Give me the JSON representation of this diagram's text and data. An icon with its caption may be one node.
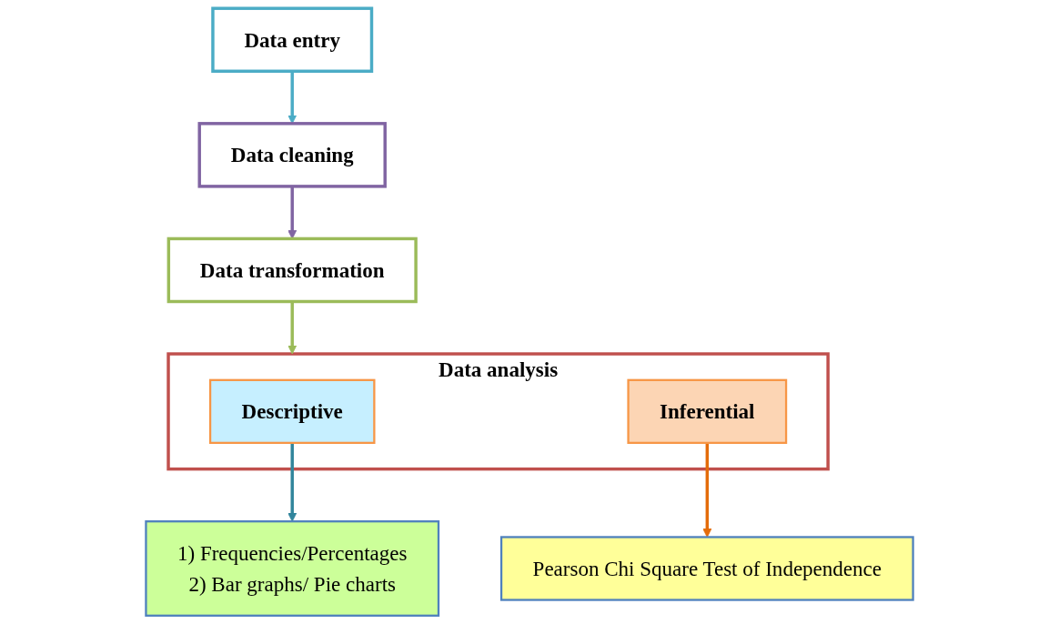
{
  "diagram": {
    "nodes": [
      {
        "text": [
          "Data entry"
        ]
      },
      {
        "text": [
          "Data cleaning"
        ]
      },
      {
        "text": [
          "Data transformation"
        ]
      },
      {
        "text": [
          "Data analysis"
        ]
      },
      {
        "text": [
          "Descriptive"
        ],
        "in": 3
      },
      {
        "text": [
          "Inferential"
        ],
        "in": 3
      },
      {
        "text": [
          "1) Frequencies/Percentages",
          "2) Bar graphs/ Pie charts"
        ]
      },
      {
        "text": [
          "Pearson Chi Square Test of Independence"
        ]
      }
    ],
    "edges": [
      {
        "from": 0,
        "to": 1,
        "arrow": "to",
        "color": "#4bacc6"
      },
      {
        "from": 1,
        "to": 2,
        "arrow": "to",
        "color": "#8064a2"
      },
      {
        "from": 2,
        "to": 3,
        "arrow": "to",
        "color": "#9bbb59"
      },
      {
        "from": 4,
        "to": 6,
        "arrow": "to",
        "color": "#31859c"
      },
      {
        "from": 5,
        "to": 7,
        "arrow": "to",
        "color": "#e46c0a"
      }
    ]
  }
}
